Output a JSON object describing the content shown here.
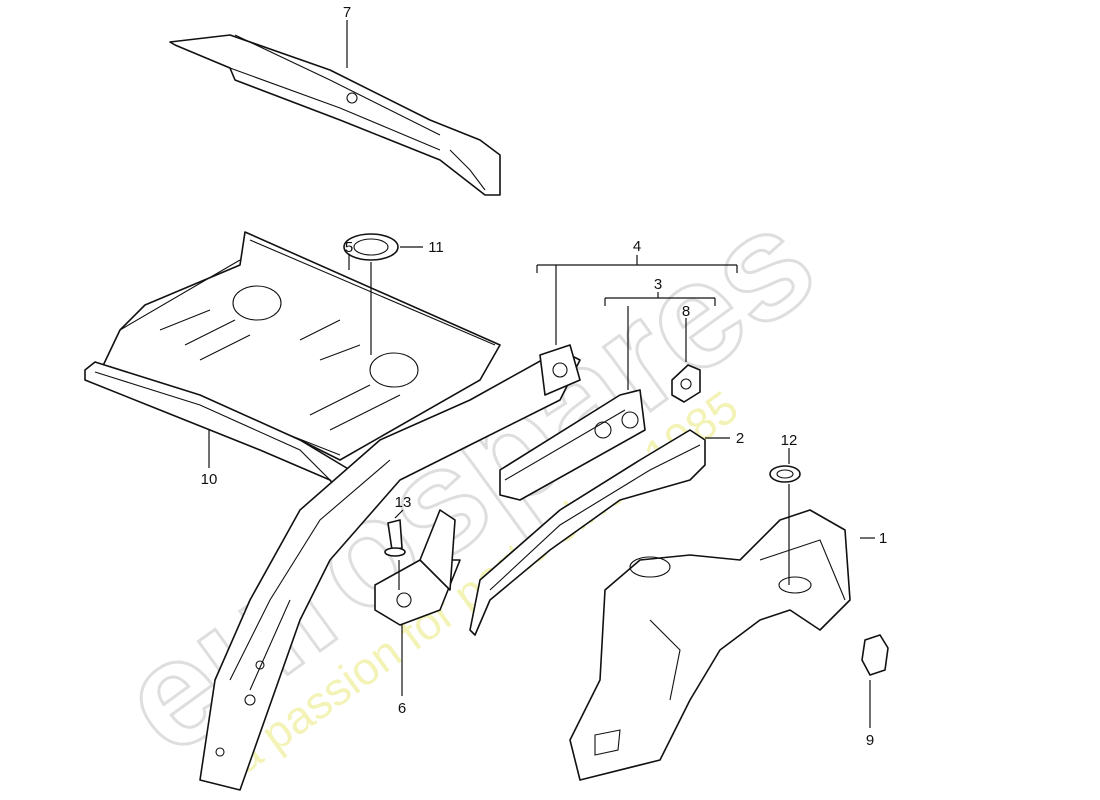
{
  "diagram": {
    "callouts": [
      {
        "id": "1",
        "label": "1"
      },
      {
        "id": "2",
        "label": "2"
      },
      {
        "id": "3",
        "label": "3"
      },
      {
        "id": "4",
        "label": "4"
      },
      {
        "id": "5",
        "label": "5"
      },
      {
        "id": "6",
        "label": "6"
      },
      {
        "id": "7",
        "label": "7"
      },
      {
        "id": "8",
        "label": "8"
      },
      {
        "id": "9",
        "label": "9"
      },
      {
        "id": "10",
        "label": "10"
      },
      {
        "id": "11",
        "label": "11"
      },
      {
        "id": "12",
        "label": "12"
      },
      {
        "id": "13",
        "label": "13"
      }
    ]
  },
  "watermark": {
    "brand": "eurospares",
    "tagline": "a passion for parts since 1985"
  }
}
